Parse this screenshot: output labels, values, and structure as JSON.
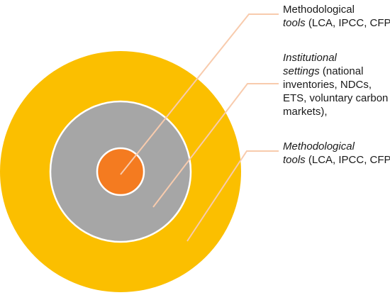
{
  "colors": {
    "outer_ring": "#FBBF00",
    "middle_ring": "#A6A6A6",
    "inner_core": "#F47B20",
    "ring_border": "#FFFFFF",
    "leader_line": "#F8CBAD",
    "text": "#1A1A1A"
  },
  "labels": [
    {
      "line1": "Methodological",
      "line2_em": "tools",
      "line2_rest": " (LCA, IPCC, CFP),"
    },
    {
      "line1_em": "Institutional",
      "line2_em": "settings",
      "line2_rest": " (national",
      "line3": "inventories, NDCs,",
      "line4": "ETS, voluntary carbon",
      "line5": "markets),"
    },
    {
      "line1_em": "Methodological",
      "line2_em": "tools",
      "line2_rest": " (LCA, IPCC, CFP)"
    }
  ]
}
